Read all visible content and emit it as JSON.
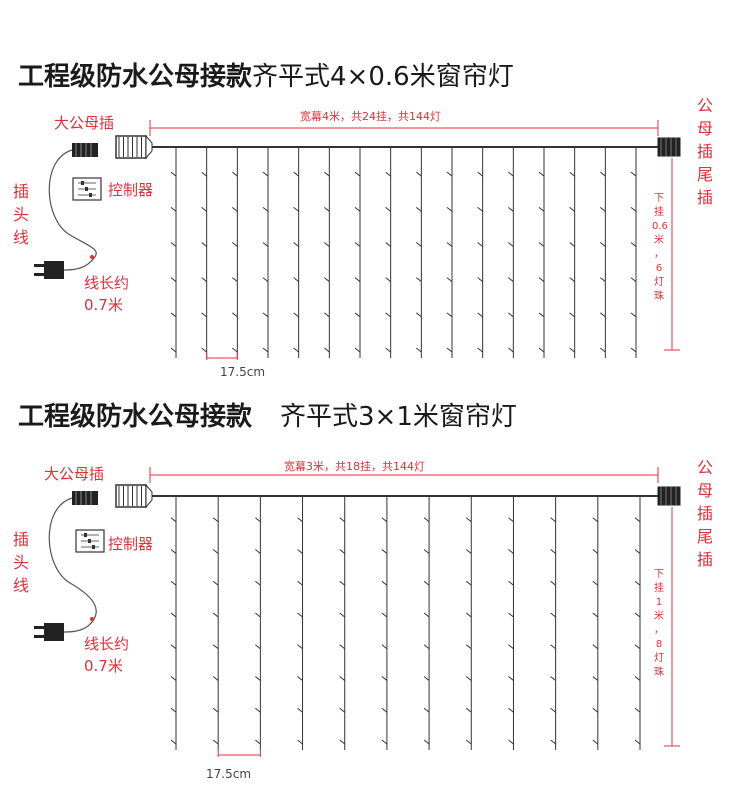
{
  "sections": [
    {
      "title_bold": "工程级防水公母接款",
      "title_normal": "齐平式4×0.6米窗帘灯",
      "width_label": "宽幕4米，共24挂，共144灯",
      "plug_label": "大公母插",
      "tail_label": [
        "公",
        "母",
        "插",
        "尾",
        "插"
      ],
      "cord_label": [
        "插",
        "头",
        "线"
      ],
      "controller_label": "控制器",
      "length_label_1": "线长约",
      "length_label_2": "0.7米",
      "drop_label": [
        "下",
        "挂",
        "0.6",
        "米",
        "，",
        "6",
        "灯",
        "珠"
      ],
      "spacing_label": "17.5cm",
      "strands": 16,
      "bulbs_per_strand": 6
    },
    {
      "title_bold": "工程级防水公母接款",
      "title_normal": "齐平式3×1米窗帘灯",
      "width_label": "宽幕3米，共18挂，共144灯",
      "plug_label": "大公母插",
      "tail_label": [
        "公",
        "母",
        "插",
        "尾",
        "插"
      ],
      "cord_label": [
        "插",
        "头",
        "线"
      ],
      "controller_label": "控制器",
      "length_label_1": "线长约",
      "length_label_2": "0.7米",
      "drop_label": [
        "下",
        "挂",
        "1",
        "米",
        "，",
        "8",
        "灯",
        "珠"
      ],
      "spacing_label": "17.5cm",
      "strands": 12,
      "bulbs_per_strand": 8
    }
  ],
  "colors": {
    "accent": "#e0303a",
    "line": "#333333",
    "text": "#1a1a1a"
  }
}
